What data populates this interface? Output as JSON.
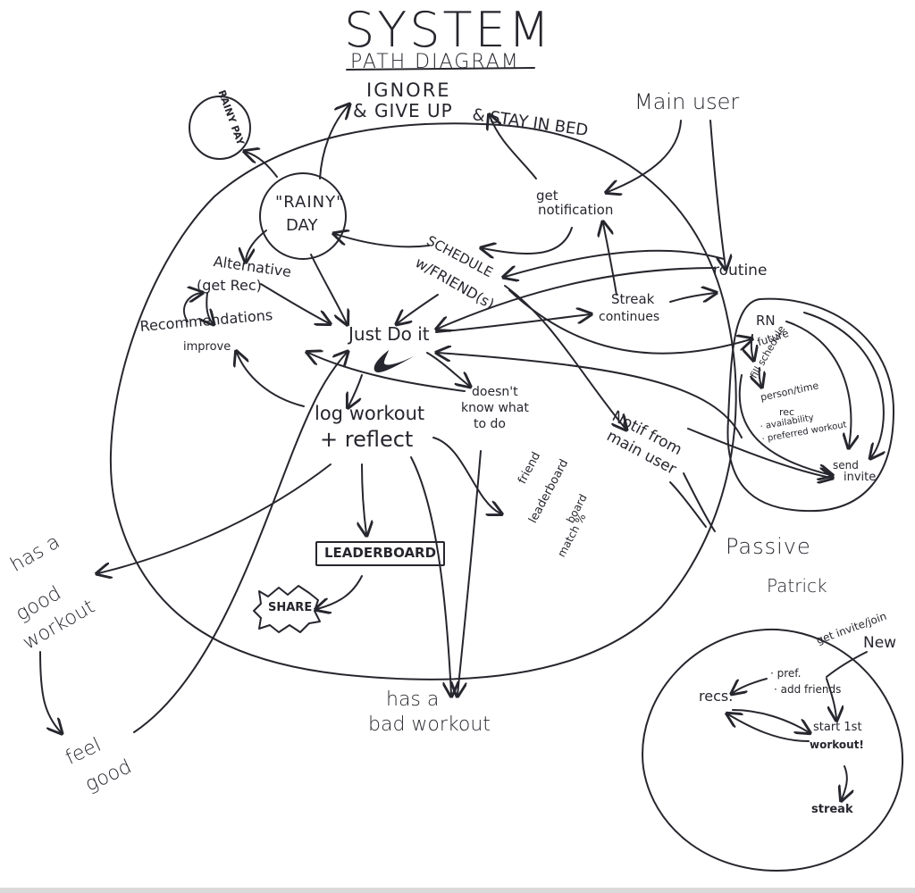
{
  "title": "SYSTEM",
  "subtitle": "PATH DIAGRAM",
  "nodes": {
    "ignore": "IGNORE",
    "give_up": "& GIVE UP",
    "stay_in_bed": "& STAY IN BED",
    "rainy_pay": "RAINY PAY",
    "rainy_day_1": "\"RAINY\"",
    "rainy_day_2": "DAY",
    "main_user": "Main user",
    "get_notification_1": "get",
    "get_notification_2": "notification",
    "schedule_1": "SCHEDULE",
    "schedule_2": "w/FRIEND(s)",
    "routine": "routine",
    "streak_continues_1": "Streak",
    "streak_continues_2": "continues",
    "alternative_1": "Alternative",
    "alternative_2": "(get Rec)",
    "recommendations_1": "Recommendations",
    "recommendations_2": "improve",
    "just_do_it": "Just Do it",
    "log_workout_1": "log workout",
    "log_workout_2": "+ reflect",
    "doesnt_know_1": "doesn't",
    "doesnt_know_2": "know what",
    "doesnt_know_3": "to do",
    "notif_1": "Notif from",
    "notif_2": "main user",
    "rn": "RN",
    "future": "future",
    "fill_schedule": "fill schedule",
    "person_time": "person/time",
    "rec": "rec",
    "availability": "· availability",
    "preferred_workout": "· preferred workout",
    "send_invite_1": "send",
    "send_invite_2": "invite",
    "passive_1": "Passive",
    "passive_2": "Patrick",
    "friend_lb_1": "friend",
    "friend_lb_2": "leaderboard",
    "friend_lb_3": "board",
    "friend_lb_4": "match %",
    "leaderboard": "LEADERBOARD",
    "share": "SHARE",
    "good_workout_1": "has a",
    "good_workout_2": "good",
    "good_workout_3": "workout",
    "feel_good_1": "feel",
    "feel_good_2": "good",
    "bad_workout_1": "has a",
    "bad_workout_2": "bad workout",
    "get_invite": "get invite/join",
    "new_user": "New",
    "pref": "· pref.",
    "add_friends": "· add friends",
    "recs": "recs.",
    "start_first_1": "start 1st",
    "start_first_2": "workout!",
    "streak": "streak"
  },
  "colors": {
    "ink": "#26262e",
    "paper": "#ffffff"
  }
}
